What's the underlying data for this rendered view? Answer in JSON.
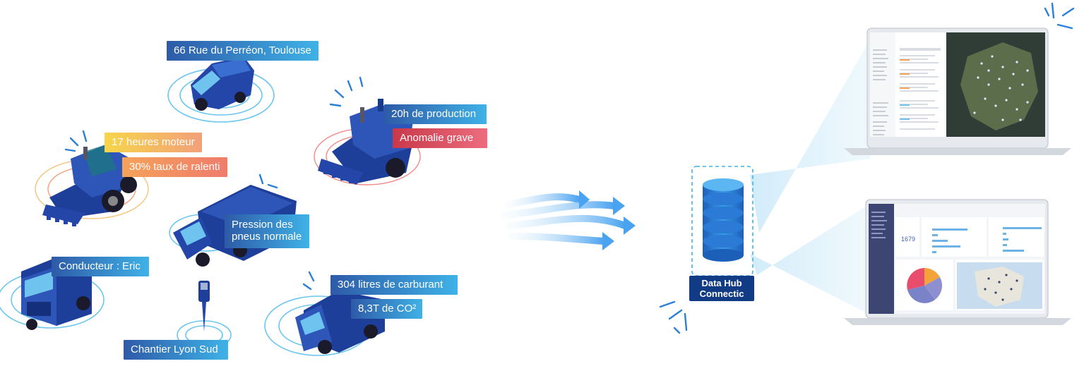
{
  "labels": {
    "address": "66 Rue du Perréon, Toulouse",
    "engine_hours": "17 heures moteur",
    "idle_rate": "30% taux de ralenti",
    "production": "20h de production",
    "anomaly": "Anomalie grave",
    "tire_pressure_line1": "Pression des",
    "tire_pressure_line2": "pneus normale",
    "driver": "Conducteur : Eric",
    "fuel": "304 litres de carburant",
    "co2": "8,3T de CO²",
    "site": "Chantier Lyon Sud"
  },
  "hub": {
    "line1": "Data Hub",
    "line2": "Connectic"
  },
  "laptop_bottom": {
    "kpi": "1679"
  },
  "colors": {
    "dark_blue": "#1e3f99",
    "light_blue": "#3fb2e6",
    "hub_label": "#123b86"
  }
}
